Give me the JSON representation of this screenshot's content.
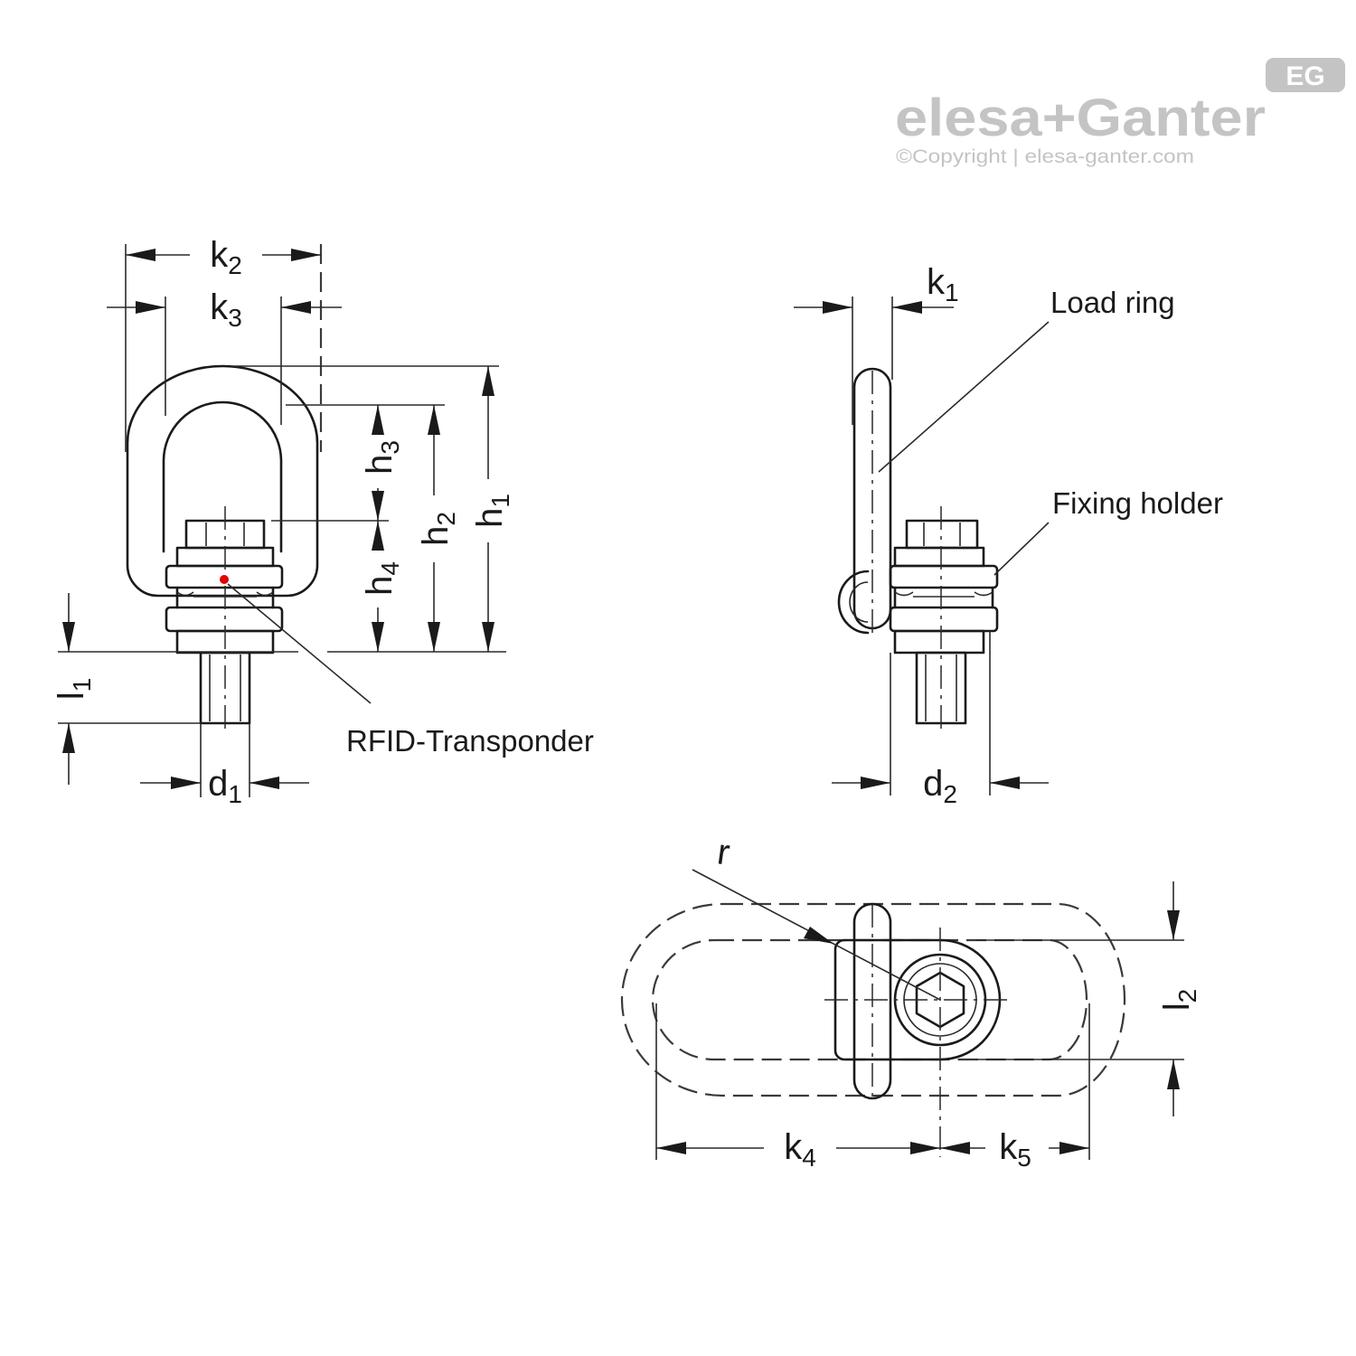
{
  "brand": {
    "logo": "elesa+Ganter",
    "copyright": "©Copyright | elesa-ganter.com",
    "badge": "EG"
  },
  "colors": {
    "line": "#1a1a1a",
    "logo_gray": "#c4c4c4",
    "rfid_marker": "#e00000"
  },
  "dimensions": {
    "k2": {
      "base": "k",
      "sub": "2"
    },
    "k3": {
      "base": "k",
      "sub": "3"
    },
    "h1": {
      "base": "h",
      "sub": "1"
    },
    "h2": {
      "base": "h",
      "sub": "2"
    },
    "h3": {
      "base": "h",
      "sub": "3"
    },
    "h4": {
      "base": "h",
      "sub": "4"
    },
    "l1": {
      "base": "l",
      "sub": "1"
    },
    "d1": {
      "base": "d",
      "sub": "1"
    },
    "k1": {
      "base": "k",
      "sub": "1"
    },
    "d2": {
      "base": "d",
      "sub": "2"
    },
    "r": {
      "base": "r"
    },
    "l2": {
      "base": "l",
      "sub": "2"
    },
    "k4": {
      "base": "k",
      "sub": "4"
    },
    "k5": {
      "base": "k",
      "sub": "5"
    }
  },
  "callouts": {
    "rfid": "RFID-Transponder",
    "load_ring": "Load ring",
    "fixing_holder": "Fixing holder"
  }
}
